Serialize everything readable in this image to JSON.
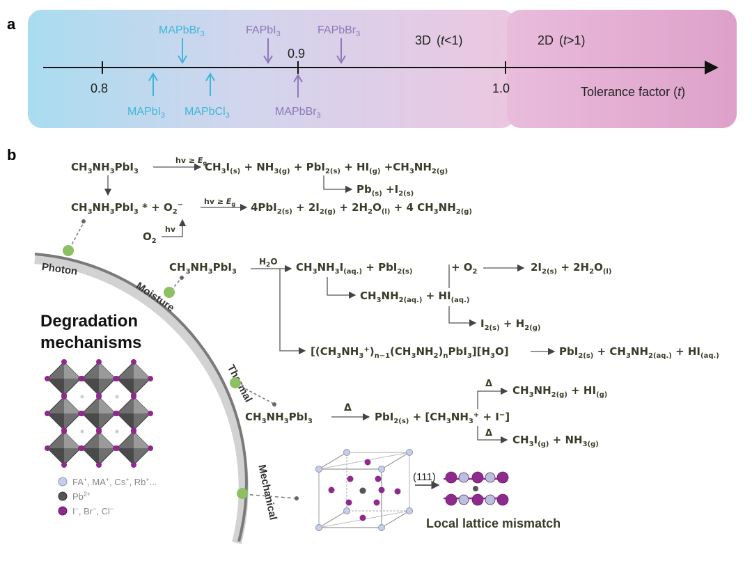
{
  "panel_a": {
    "label": "a",
    "tick_values": [
      "0.8",
      "0.9",
      "1.0"
    ],
    "region_3d": "3D",
    "region_3d_cond": "(t<1)",
    "region_2d": "2D",
    "region_2d_cond": "(t>1)",
    "axis_label": "Tolerance factor (t)",
    "compounds_above": [
      "MAPbBr3",
      "FAPbI3",
      "FAPbBr3"
    ],
    "compounds_below": [
      "MAPbI3",
      "MAPbCl3",
      "MAPbBr3"
    ],
    "colors": {
      "cyan": "#3fb6d8",
      "purple": "#8e78b8",
      "left_bg": "#a9dcef",
      "right_bg": "#e3a8cf"
    }
  },
  "panel_b": {
    "label": "b",
    "arc_labels": [
      "Photon",
      "Moisture",
      "Thermal",
      "Mechanical"
    ],
    "title_line1": "Degradation",
    "title_line2": "mechanisms",
    "legend": [
      "FA+, MA+, Cs+, Rb+...",
      "Pb2+",
      "I−, Br−, Cl−"
    ],
    "lattice_plane": "(111)",
    "mismatch_label": "Local lattice mismatch",
    "condition_light": "hv ≥ Eg",
    "condition_hv": "hv",
    "condition_water": "H2O",
    "condition_heat": "Δ",
    "colors": {
      "node": "#8cc063",
      "arc": "#777777",
      "ion_purple": "#8e2a8e",
      "ion_grey": "#b8c2dc",
      "pb": "#555555"
    }
  }
}
